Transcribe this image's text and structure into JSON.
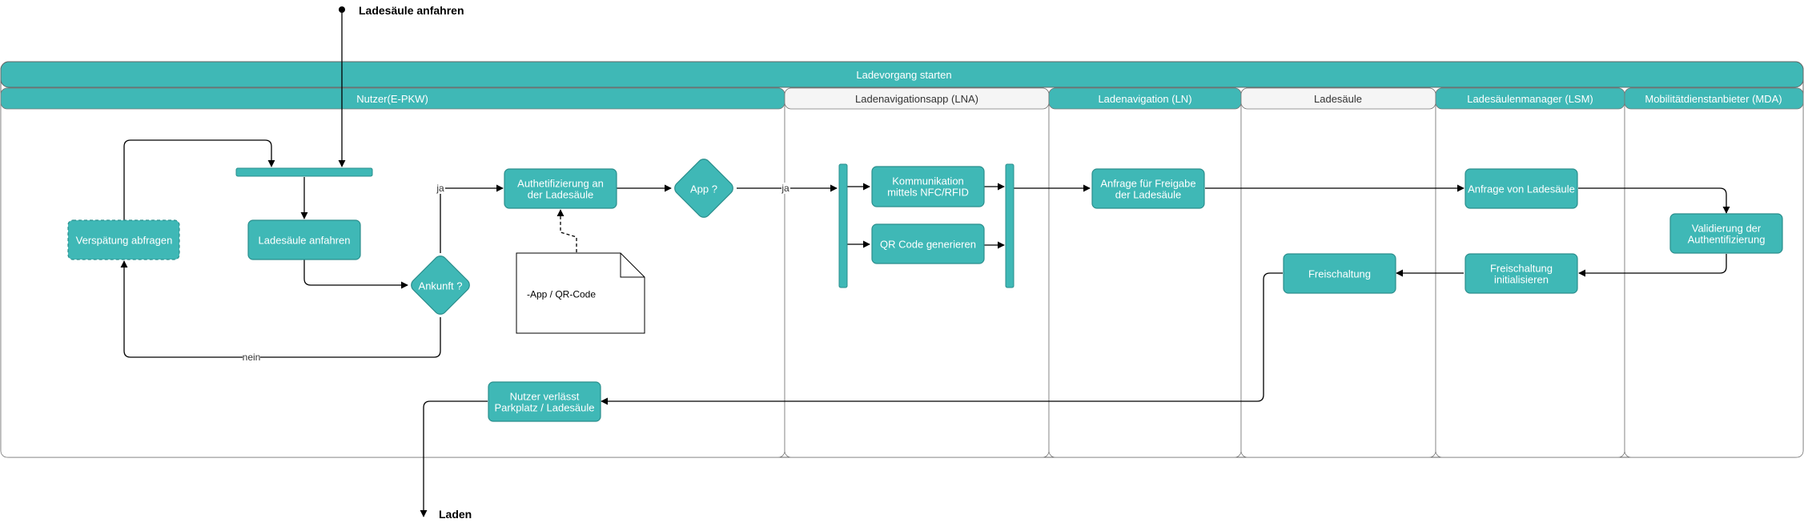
{
  "start_label": "Ladesäule anfahren",
  "end_label": "Laden",
  "pool": {
    "title": "Ladevorgang starten"
  },
  "lanes": [
    {
      "id": "nutzer",
      "title": "Nutzer(E-PKW)"
    },
    {
      "id": "lna",
      "title": "Ladenavigationsapp (LNA)"
    },
    {
      "id": "ln",
      "title": "Ladenavigation (LN)"
    },
    {
      "id": "ladesaeule",
      "title": "Ladesäule"
    },
    {
      "id": "lsm",
      "title": "Ladesäulenmanager (LSM)"
    },
    {
      "id": "mda",
      "title": "Mobilitätdienstanbieter (MDA)"
    }
  ],
  "nodes": {
    "verspaetung": {
      "lines": [
        "Verspätung abfragen"
      ]
    },
    "anfahren": {
      "lines": [
        "Ladesäule anfahren"
      ]
    },
    "ankunft": {
      "lines": [
        "Ankunft ?"
      ]
    },
    "authentifizierung": {
      "lines": [
        "Authetifizierung an",
        "der Ladesäule"
      ]
    },
    "app": {
      "lines": [
        "App ?"
      ]
    },
    "note": {
      "lines": [
        "-App / QR-Code"
      ]
    },
    "nfc": {
      "lines": [
        "Kommunikation",
        "mittels NFC/RFID"
      ]
    },
    "qr": {
      "lines": [
        "QR Code generieren"
      ]
    },
    "anfrage_freigabe": {
      "lines": [
        "Anfrage für Freigabe",
        "der Ladesäule"
      ]
    },
    "anfrage_ladesaeule": {
      "lines": [
        "Anfrage von Ladesäule"
      ]
    },
    "validierung": {
      "lines": [
        "Validierung der",
        "Authentifizierung"
      ]
    },
    "freischaltung_init": {
      "lines": [
        "Freischaltung",
        "initialisieren"
      ]
    },
    "freischaltung": {
      "lines": [
        "Freischaltung"
      ]
    },
    "verlassen": {
      "lines": [
        "Nutzer verlässt",
        "Parkplatz / Ladesäule"
      ]
    }
  },
  "edge_labels": {
    "ja_1": "ja",
    "ja_2": "ja",
    "nein": "nein"
  },
  "colors": {
    "teal": "#3fb8b6",
    "teal_stroke": "#2a8e8c",
    "lane_grey": "#f5f5f5",
    "border": "#666666"
  }
}
